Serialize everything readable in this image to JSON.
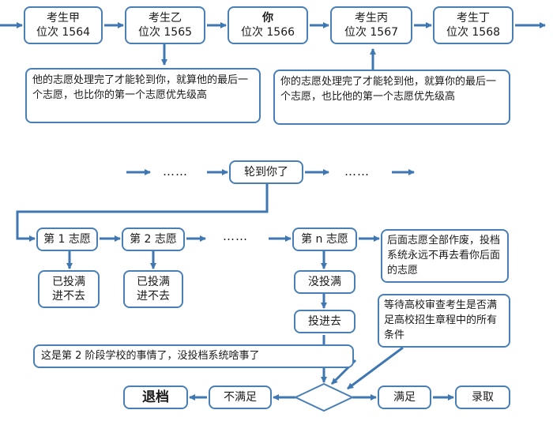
{
  "students": [
    {
      "name": "考生甲",
      "rank": "位次 1564"
    },
    {
      "name": "考生乙",
      "rank": "位次 1565"
    },
    {
      "name": "你",
      "rank": "位次 1566"
    },
    {
      "name": "考生丙",
      "rank": "位次 1567"
    },
    {
      "name": "考生丁",
      "rank": "位次 1568"
    }
  ],
  "notes": {
    "left": "他的志愿处理完了才能轮到你，就算他的最后一个志愿，也比你的第一个志愿优先级高",
    "right": "你的志愿处理完了才能轮到他，就算你的最后一个志愿，也比他的第一个志愿优先级高"
  },
  "flow": {
    "dots": "……",
    "your_turn": "轮到你了",
    "choice1": "第 1 志愿",
    "choice2": "第 2 志愿",
    "choice_n": "第 n 志愿",
    "full": "已投满",
    "full_line1": "已投满",
    "full_line2": "进不去",
    "not_full": "没投满",
    "submitted": "投进去",
    "void_note": "后面志愿全部作废，投档系统永远不再去看你后面的志愿",
    "wait_note": "等待高校审查考生是否满足高校招生章程中的所有条件",
    "stage2_note": "这是第 2 阶段学校的事情了，没投档系统啥事了",
    "not_meet": "不满足",
    "meet": "满足",
    "admit": "录取",
    "return": "退档"
  }
}
